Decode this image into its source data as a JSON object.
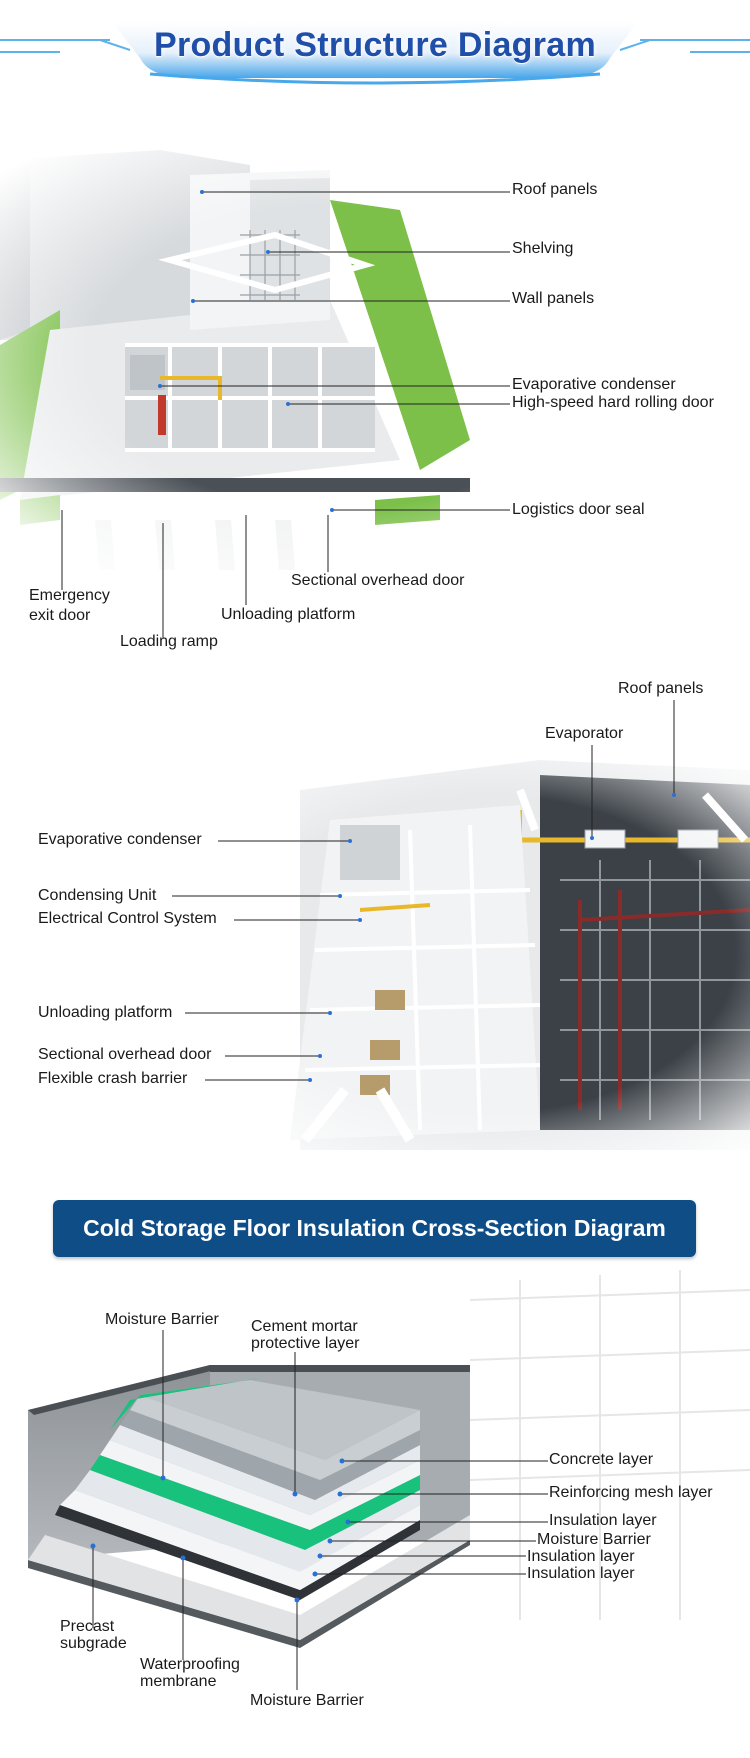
{
  "header": {
    "title": "Product Structure Diagram"
  },
  "section1": {
    "labels": {
      "roof_panels": "Roof panels",
      "shelving": "Shelving",
      "wall_panels": "Wall panels",
      "evaporative_condenser": "Evaporative condenser",
      "high_speed_door": "High-speed hard rolling door",
      "logistics_door_seal": "Logistics door seal",
      "sectional_overhead_door": "Sectional overhead door",
      "emergency_exit_door_l1": "Emergency",
      "emergency_exit_door_l2": "exit door",
      "unloading_platform": "Unloading platform",
      "loading_ramp": "Loading ramp"
    }
  },
  "section2": {
    "labels": {
      "roof_panels": "Roof panels",
      "evaporator": "Evaporator",
      "evaporative_condenser": "Evaporative condenser",
      "condensing_unit": "Condensing Unit",
      "electrical_control_system": "Electrical Control System",
      "unloading_platform": "Unloading platform",
      "sectional_overhead_door": "Sectional overhead door",
      "flexible_crash_barrier": "Flexible crash barrier"
    }
  },
  "section3": {
    "title": "Cold Storage Floor Insulation Cross-Section Diagram",
    "labels": {
      "moisture_barrier_top": "Moisture Barrier",
      "cement_mortar_l1": "Cement mortar",
      "cement_mortar_l2": "protective layer",
      "concrete_layer": "Concrete layer",
      "reinforcing_mesh_layer": "Reinforcing mesh layer",
      "insulation_layer_1": "Insulation layer",
      "moisture_barrier_mid": "Moisture Barrier",
      "insulation_layer_2": "Insulation layer",
      "insulation_layer_3": "Insulation layer",
      "precast_subgrade_l1": "Precast",
      "precast_subgrade_l2": "subgrade",
      "waterproofing_l1": "Waterproofing",
      "waterproofing_l2": "membrane",
      "moisture_barrier_bottom": "Moisture Barrier"
    }
  },
  "colors": {
    "brand_blue": "#1f4fa8",
    "pill_blue": "#0f4d86",
    "grass_green": "#7cc04a",
    "pipe_yellow": "#e8b72a",
    "rack_red": "#8a2b2b",
    "moisture_green": "#19c27c"
  }
}
